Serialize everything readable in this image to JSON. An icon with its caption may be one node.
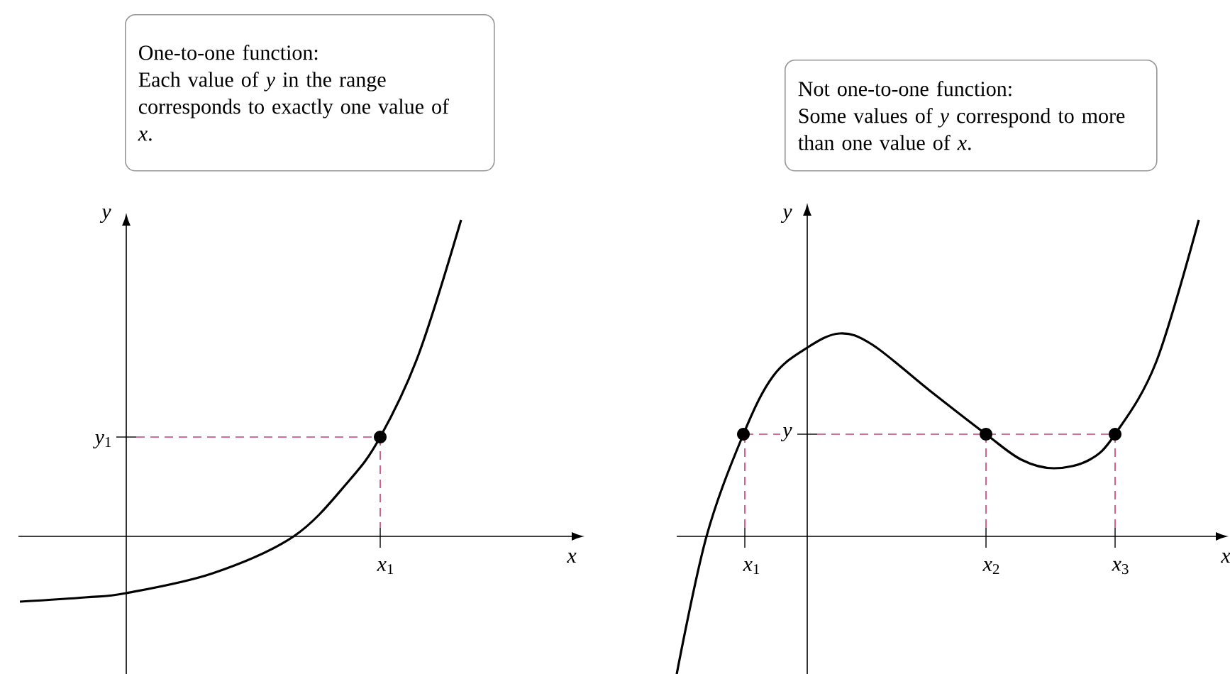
{
  "diagram": {
    "nodes": [
      {
        "text": [
          "One-to-one function:",
          "Each value of *y* in the range corresponds to exactly one value of *x*."
        ]
      },
      {
        "text": [
          "Not one-to-one function:",
          "Some values of *y* correspond to more than one value of *x*."
        ]
      }
    ],
    "labels": [
      "*y*",
      "*y*$_{1}$",
      "*x*$_{1}$",
      "*x*",
      "*y*",
      "*y*",
      "*x*$_{1}$",
      "*x*$_{2}$",
      "*x*$_{3}$",
      "*x*"
    ]
  }
}
